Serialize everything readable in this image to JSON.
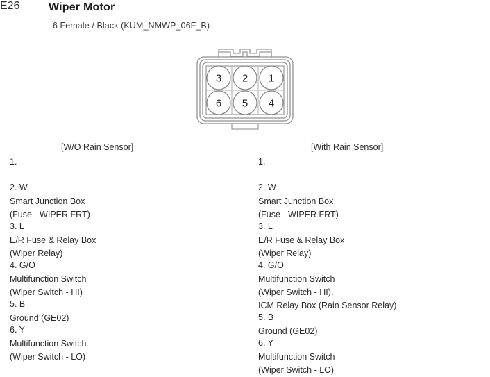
{
  "header": {
    "connector_code": "E26",
    "title": "Wiper Motor",
    "subtitle": "- 6 Female / Black (KUM_NMWP_06F_B)"
  },
  "connector": {
    "name": "6-way-female-connector",
    "pin_count": 6,
    "rows": [
      {
        "pins": [
          "3",
          "2",
          "1"
        ]
      },
      {
        "pins": [
          "6",
          "5",
          "4"
        ]
      }
    ],
    "colors": {
      "outline": "#8c8c8c",
      "pin_fill": "#ffffff",
      "pin_stroke": "#8a8a8a",
      "pin_text": "#1e1e1e"
    }
  },
  "pin_tables": [
    {
      "id": "without-rain-sensor",
      "header": "[W/O Rain Sensor]",
      "rows": [
        {
          "label": "1. –",
          "lines": [
            "–"
          ]
        },
        {
          "label": "2. W",
          "lines": [
            "Smart Junction Box",
            "(Fuse - WIPER FRT)"
          ]
        },
        {
          "label": "3. L",
          "lines": [
            "E/R Fuse & Relay Box",
            "(Wiper Relay)"
          ]
        },
        {
          "label": "4. G/O",
          "lines": [
            "Multifunction Switch",
            "(Wiper Switch - HI)"
          ]
        },
        {
          "label": "5. B",
          "lines": [
            "Ground (GE02)"
          ]
        },
        {
          "label": "6. Y",
          "lines": [
            "Multifunction Switch",
            "(Wiper Switch - LO)"
          ]
        }
      ]
    },
    {
      "id": "with-rain-sensor",
      "header": "[With Rain Sensor]",
      "rows": [
        {
          "label": "1. –",
          "lines": [
            "–"
          ]
        },
        {
          "label": "2. W",
          "lines": [
            "Smart Junction Box",
            "(Fuse - WIPER FRT)"
          ]
        },
        {
          "label": "3. L",
          "lines": [
            "E/R Fuse & Relay Box",
            "(Wiper Relay)"
          ]
        },
        {
          "label": "4. G/O",
          "lines": [
            "Multifunction Switch",
            "(Wiper Switch - HI),",
            "ICM Relay Box (Rain Sensor Relay)"
          ]
        },
        {
          "label": "5. B",
          "lines": [
            "Ground (GE02)"
          ]
        },
        {
          "label": "6. Y",
          "lines": [
            "Multifunction Switch",
            "(Wiper Switch - LO)"
          ]
        }
      ]
    }
  ]
}
